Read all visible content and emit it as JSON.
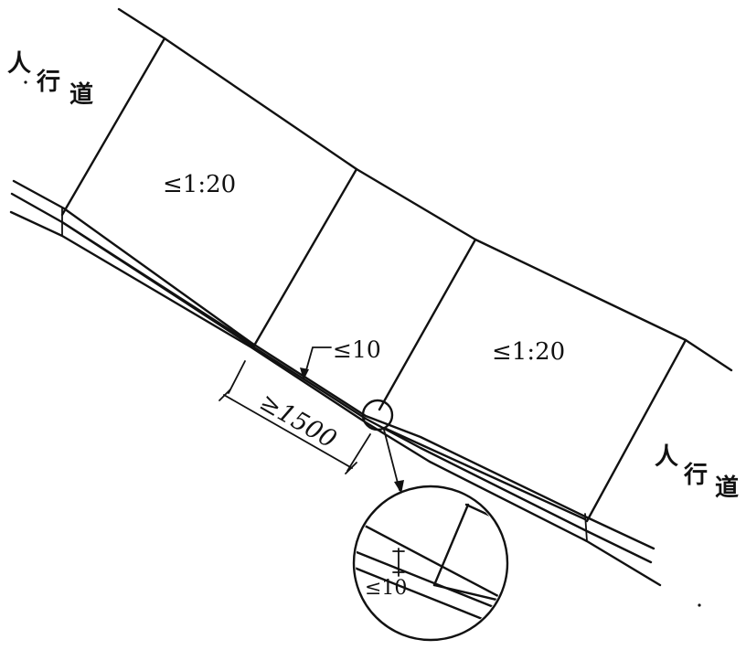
{
  "labels": {
    "sidewalk_left": [
      "人",
      "行",
      "道"
    ],
    "sidewalk_right": [
      "人",
      "行",
      "道"
    ],
    "slope_left": "≤1:20",
    "slope_right": "≤1:20",
    "curb_height": "≤10",
    "ramp_width": "≥1500",
    "detail_height": "≤10"
  },
  "colors": {
    "ink": "#111111",
    "paper": "#ffffff"
  }
}
